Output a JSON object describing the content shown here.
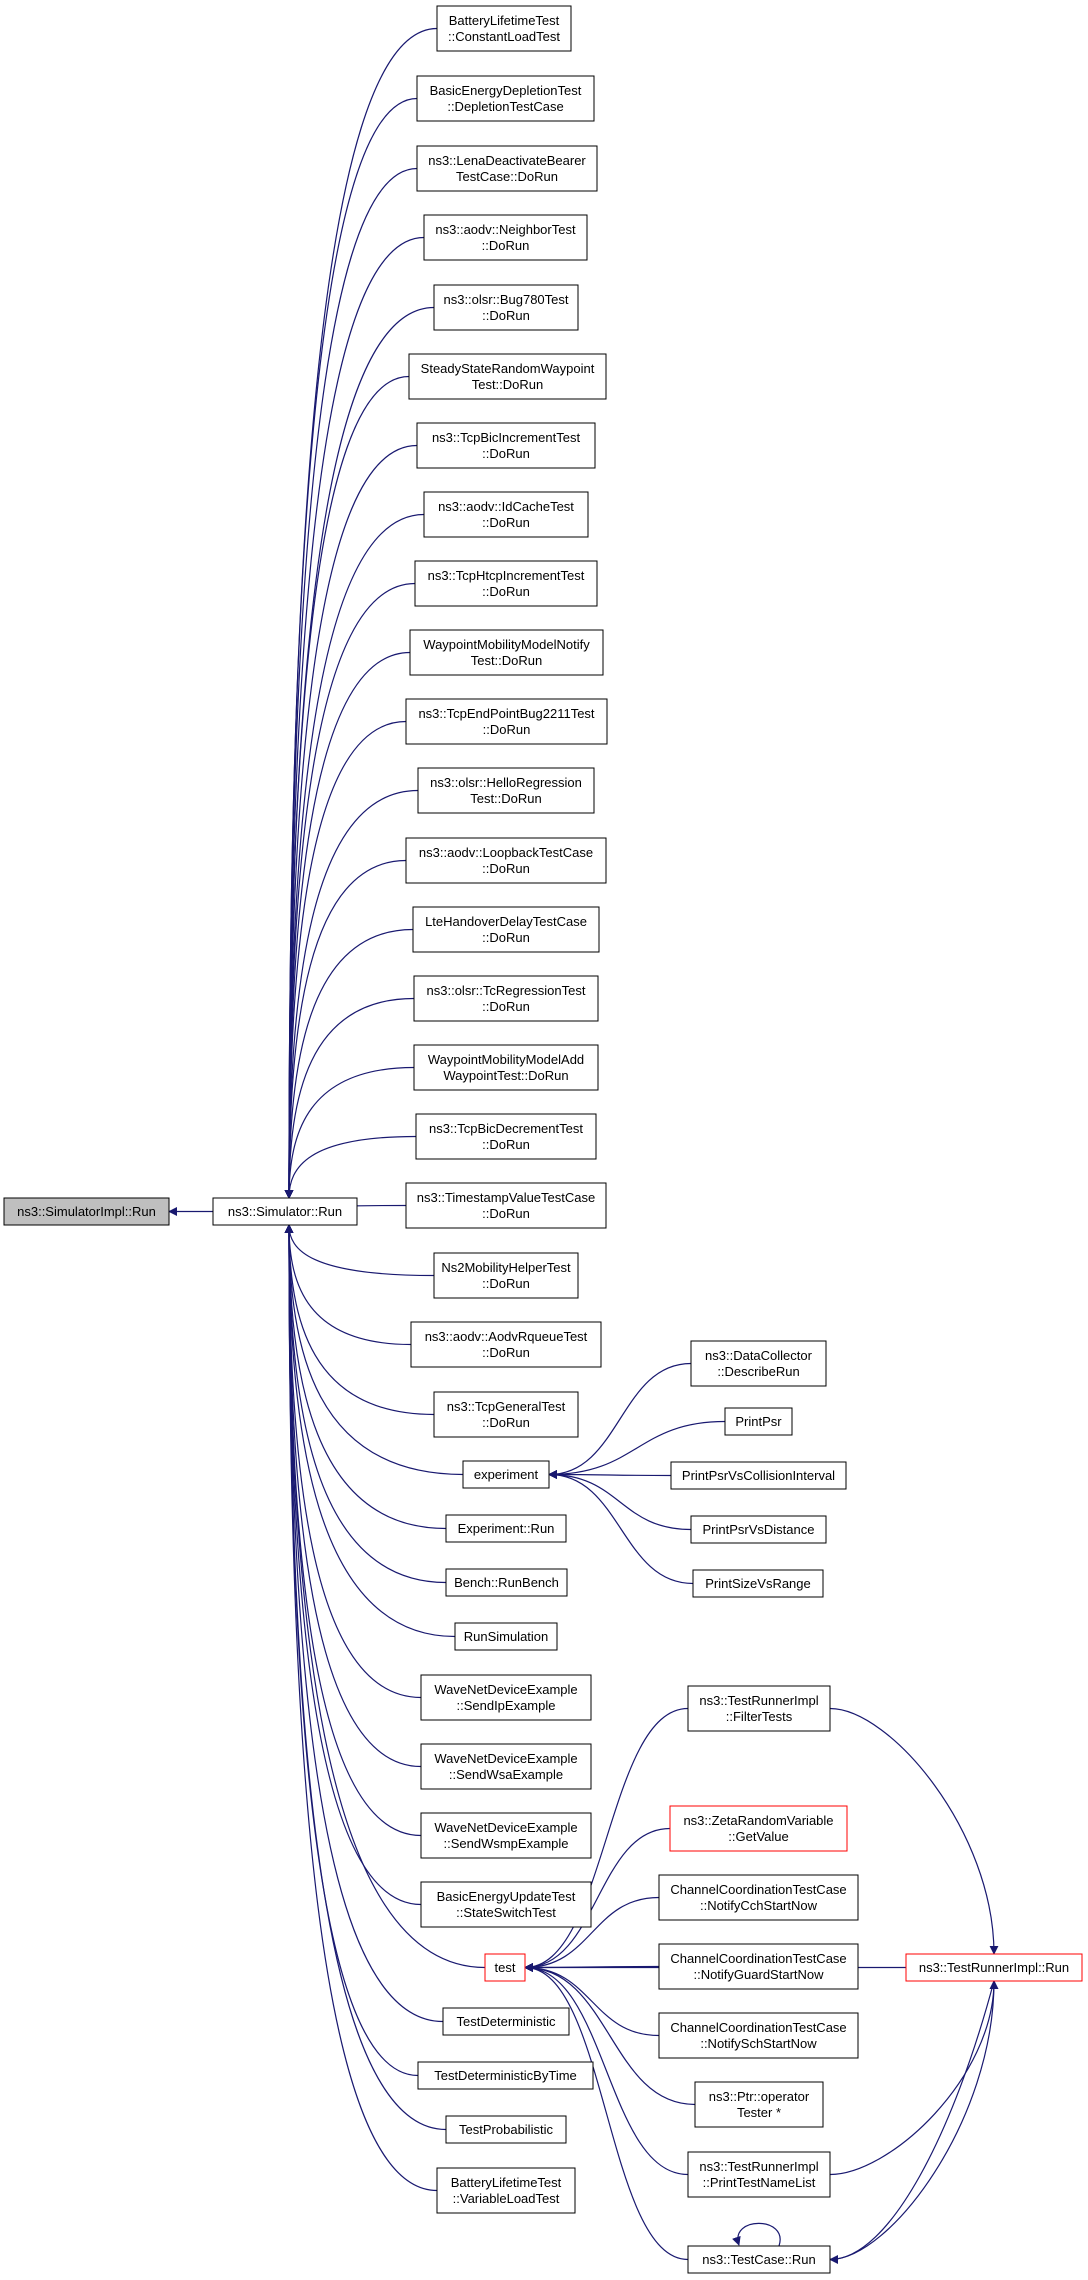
{
  "colors": {
    "edge": "#191970",
    "box_border": "#000000",
    "root_fill": "#bfbfbf",
    "highlight_border": "#ff0000"
  },
  "nodes": {
    "root": {
      "lines": [
        "ns3::SimulatorImpl::Run"
      ]
    },
    "sim_run": {
      "lines": [
        "ns3::Simulator::Run"
      ]
    },
    "c1": {
      "lines": [
        "BatteryLifetimeTest",
        "::ConstantLoadTest"
      ]
    },
    "c2": {
      "lines": [
        "BasicEnergyDepletionTest",
        "::DepletionTestCase"
      ]
    },
    "c3": {
      "lines": [
        "ns3::LenaDeactivateBearer",
        "TestCase::DoRun"
      ]
    },
    "c4": {
      "lines": [
        "ns3::aodv::NeighborTest",
        "::DoRun"
      ]
    },
    "c5": {
      "lines": [
        "ns3::olsr::Bug780Test",
        "::DoRun"
      ]
    },
    "c6": {
      "lines": [
        "SteadyStateRandomWaypoint",
        "Test::DoRun"
      ]
    },
    "c7": {
      "lines": [
        "ns3::TcpBicIncrementTest",
        "::DoRun"
      ]
    },
    "c8": {
      "lines": [
        "ns3::aodv::IdCacheTest",
        "::DoRun"
      ]
    },
    "c9": {
      "lines": [
        "ns3::TcpHtcpIncrementTest",
        "::DoRun"
      ]
    },
    "c10": {
      "lines": [
        "WaypointMobilityModelNotify",
        "Test::DoRun"
      ]
    },
    "c11": {
      "lines": [
        "ns3::TcpEndPointBug2211Test",
        "::DoRun"
      ]
    },
    "c12": {
      "lines": [
        "ns3::olsr::HelloRegression",
        "Test::DoRun"
      ]
    },
    "c13": {
      "lines": [
        "ns3::aodv::LoopbackTestCase",
        "::DoRun"
      ]
    },
    "c14": {
      "lines": [
        "LteHandoverDelayTestCase",
        "::DoRun"
      ]
    },
    "c15": {
      "lines": [
        "ns3::olsr::TcRegressionTest",
        "::DoRun"
      ]
    },
    "c16": {
      "lines": [
        "WaypointMobilityModelAdd",
        "WaypointTest::DoRun"
      ]
    },
    "c17": {
      "lines": [
        "ns3::TcpBicDecrementTest",
        "::DoRun"
      ]
    },
    "c18": {
      "lines": [
        "ns3::TimestampValueTestCase",
        "::DoRun"
      ]
    },
    "c19": {
      "lines": [
        "Ns2MobilityHelperTest",
        "::DoRun"
      ]
    },
    "c20": {
      "lines": [
        "ns3::aodv::AodvRqueueTest",
        "::DoRun"
      ]
    },
    "c21": {
      "lines": [
        "ns3::TcpGeneralTest",
        "::DoRun"
      ]
    },
    "experiment": {
      "lines": [
        "experiment"
      ]
    },
    "c23": {
      "lines": [
        "Experiment::Run"
      ]
    },
    "c24": {
      "lines": [
        "Bench::RunBench"
      ]
    },
    "c25": {
      "lines": [
        "RunSimulation"
      ]
    },
    "c26": {
      "lines": [
        "WaveNetDeviceExample",
        "::SendIpExample"
      ]
    },
    "c27": {
      "lines": [
        "WaveNetDeviceExample",
        "::SendWsaExample"
      ]
    },
    "c28": {
      "lines": [
        "WaveNetDeviceExample",
        "::SendWsmpExample"
      ]
    },
    "c29": {
      "lines": [
        "BasicEnergyUpdateTest",
        "::StateSwitchTest"
      ]
    },
    "test": {
      "lines": [
        "test"
      ]
    },
    "c31": {
      "lines": [
        "TestDeterministic"
      ]
    },
    "c32": {
      "lines": [
        "TestDeterministicByTime"
      ]
    },
    "c33": {
      "lines": [
        "TestProbabilistic"
      ]
    },
    "c34": {
      "lines": [
        "BatteryLifetimeTest",
        "::VariableLoadTest"
      ]
    },
    "e1": {
      "lines": [
        "ns3::DataCollector",
        "::DescribeRun"
      ]
    },
    "e2": {
      "lines": [
        "PrintPsr"
      ]
    },
    "e3": {
      "lines": [
        "PrintPsrVsCollisionInterval"
      ]
    },
    "e4": {
      "lines": [
        "PrintPsrVsDistance"
      ]
    },
    "e5": {
      "lines": [
        "PrintSizeVsRange"
      ]
    },
    "t1": {
      "lines": [
        "ns3::TestRunnerImpl",
        "::FilterTests"
      ]
    },
    "t2": {
      "lines": [
        "ns3::ZetaRandomVariable",
        "::GetValue"
      ]
    },
    "t3": {
      "lines": [
        "ChannelCoordinationTestCase",
        "::NotifyCchStartNow"
      ]
    },
    "t4": {
      "lines": [
        "ChannelCoordinationTestCase",
        "::NotifyGuardStartNow"
      ]
    },
    "t5": {
      "lines": [
        "ChannelCoordinationTestCase",
        "::NotifySchStartNow"
      ]
    },
    "t6": {
      "lines": [
        "ns3::Ptr::operator",
        "Tester *"
      ]
    },
    "t7": {
      "lines": [
        "ns3::TestRunnerImpl",
        "::PrintTestNameList"
      ]
    },
    "t8": {
      "lines": [
        "ns3::TestCase::Run"
      ]
    },
    "tri": {
      "lines": [
        "ns3::TestRunnerImpl::Run"
      ]
    }
  }
}
